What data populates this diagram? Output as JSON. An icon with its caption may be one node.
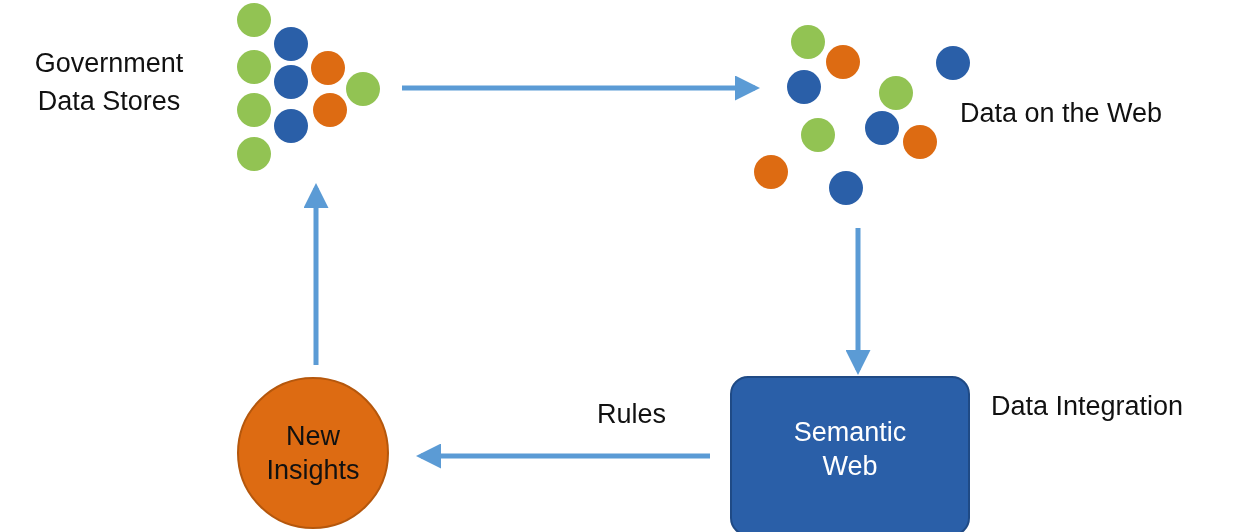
{
  "diagram": {
    "nodes": [
      {
        "text": [],
        "shape": "picture",
        "beside": [
          "Government Data Stores"
        ]
      },
      {
        "text": [],
        "shape": "picture",
        "beside": [
          "Data on the Web"
        ]
      },
      {
        "text": [
          "Semantic Web"
        ],
        "beside": [
          "Data Integration"
        ]
      },
      {
        "text": [
          "New Insights"
        ]
      }
    ],
    "edges": [
      {
        "from": 0,
        "to": 1,
        "arrow": "to"
      },
      {
        "from": 1,
        "to": 2,
        "arrow": "to"
      },
      {
        "from": 2,
        "to": 3,
        "arrow": "to",
        "label": "Rules"
      },
      {
        "from": 3,
        "to": 0,
        "arrow": "to"
      }
    ]
  }
}
